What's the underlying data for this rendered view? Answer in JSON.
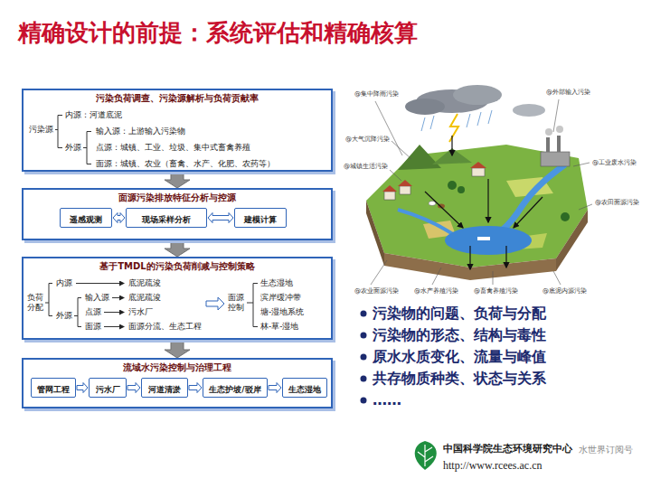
{
  "diagram": {
    "title": "精确设计的前提：系统评估和精确核算",
    "nodes": [
      {
        "text": [
          "污染负荷调查、污染源解析与负荷贡献率",
          "污染源",
          "内源：河道底泥",
          "外源",
          "输入源：上游输入污染物",
          "点源：城镇、工业、垃圾、集中式畜禽养殖",
          "面源：城镇、农业（畜禽、水产、化肥、农药等）"
        ]
      },
      {
        "text": [
          "面源污染排放特征分析与控源"
        ]
      },
      {
        "text": [
          "遥感观测"
        ],
        "in": 1
      },
      {
        "text": [
          "现场采样分析"
        ],
        "in": 1
      },
      {
        "text": [
          "建模计算"
        ],
        "in": 1
      },
      {
        "text": [
          "基于TMDL的污染负荷削减与控制策略",
          "负荷分配",
          "内源",
          "底泥疏浚",
          "外源",
          "输入源",
          "底泥疏浚",
          "点源",
          "污水厂",
          "面源",
          "面源分流、生态工程",
          "面源控制",
          "生态湿地",
          "滨岸缓冲带",
          "塘-湿地系统",
          "林-草-湿地"
        ]
      },
      {
        "text": [
          "流域水污染控制与治理工程"
        ]
      },
      {
        "text": [
          "管网工程"
        ],
        "in": 6
      },
      {
        "text": [
          "污水厂"
        ],
        "in": 6
      },
      {
        "text": [
          "河道清淤"
        ],
        "in": 6
      },
      {
        "text": [
          "生态护坡/驳岸"
        ],
        "in": 6
      },
      {
        "text": [
          "生态湿地"
        ],
        "in": 6
      }
    ],
    "edges": [
      {
        "from": 0,
        "to": 1,
        "arrow": "to"
      },
      {
        "from": 1,
        "to": 5,
        "arrow": "to"
      },
      {
        "from": 5,
        "to": 6,
        "arrow": "to"
      },
      {
        "from": 2,
        "to": 3,
        "arrow": "both"
      },
      {
        "from": 3,
        "to": 4,
        "arrow": "both"
      },
      {
        "from": 7,
        "to": 8,
        "arrow": "to"
      },
      {
        "from": 8,
        "to": 9,
        "arrow": "to"
      },
      {
        "from": 9,
        "to": 10,
        "arrow": "to"
      },
      {
        "from": 10,
        "to": 11,
        "arrow": "to"
      }
    ],
    "labels": [
      "@集中降雨污染",
      "@外部输入污染",
      "@大气沉降污染",
      "@工业废水污染",
      "@城镇生活污染",
      "@农田面源污染",
      "@农业面源污染",
      "@水产养殖污染",
      "@畜禽养殖污染",
      "@底泥内源污染",
      "污染物的问题、负荷与分配",
      "污染物的形态、结构与毒性",
      "原水水质变化、流量与峰值",
      "共存物质种类、状态与关系",
      "……",
      "中国科学院生态环境研究中心",
      "http://www.rcees.ac.cn",
      "水世界订阅号"
    ]
  }
}
